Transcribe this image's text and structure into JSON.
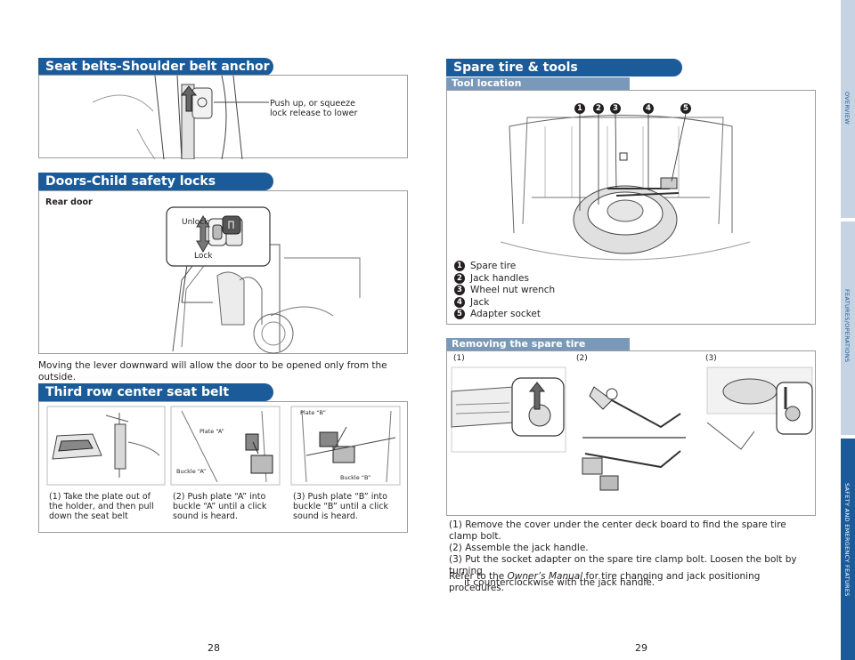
{
  "left_page": {
    "seat_belts": {
      "title": "Seat belts-Shoulder belt anchor",
      "callout": [
        "Push up, or squeeze",
        "lock release to lower"
      ]
    },
    "child_locks": {
      "title": "Doors-Child safety locks",
      "panel_label": "Rear door",
      "unlock_label": "Unlock",
      "lock_label": "Lock",
      "caption": "Moving the lever downward will allow the door to be opened only from the outside."
    },
    "third_row": {
      "title": "Third row center seat belt",
      "plate_a": "Plate “A”",
      "buckle_a": "Buckle “A”",
      "plate_b": "Plate “B”",
      "buckle_b": "Buckle “B”",
      "step1": [
        "(1) Take the plate out of",
        "the holder, and then pull",
        "down the seat belt"
      ],
      "step2": [
        "(2) Push plate “A” into",
        "buckle “A” until a click",
        "sound is heard."
      ],
      "step3": [
        "(3) Push plate “B” into",
        "buckle “B” until a click",
        "sound is heard."
      ]
    },
    "page_number": "28"
  },
  "right_page": {
    "spare": {
      "title": "Spare tire & tools",
      "tool_location_title": "Tool location",
      "markers": [
        "1",
        "2",
        "3",
        "4",
        "5"
      ],
      "legend": [
        {
          "num": "1",
          "label": "Spare tire"
        },
        {
          "num": "2",
          "label": "Jack handles"
        },
        {
          "num": "3",
          "label": "Wheel nut wrench"
        },
        {
          "num": "4",
          "label": "Jack"
        },
        {
          "num": "5",
          "label": "Adapter socket"
        }
      ]
    },
    "removing": {
      "title": "Removing the spare tire",
      "step_labels": [
        "(1)",
        "(2)",
        "(3)"
      ],
      "instructions": [
        "(1) Remove the cover under the center deck board to find the spare tire clamp bolt.",
        "(2) Assemble the jack handle.",
        "(3) Put the socket adapter on the spare tire clamp bolt. Loosen the bolt by turning",
        "it counterclockwise with the jack handle."
      ],
      "refer_prefix": "Refer to the ",
      "refer_manual": "Owner’s Manual",
      "refer_suffix": " for tire changing and jack positioning procedures."
    },
    "page_number": "29"
  },
  "side_tabs": [
    {
      "label": "OVERVIEW",
      "color": "#c6d3e2"
    },
    {
      "label": "FEATURES/OPERATIONS",
      "color": "#c6d3e2"
    },
    {
      "label": "SAFETY AND EMERGENCY FEATURES",
      "color": "#1b5b99"
    }
  ],
  "colors": {
    "accent": "#1b5b99",
    "subheader": "#7a99b8"
  }
}
